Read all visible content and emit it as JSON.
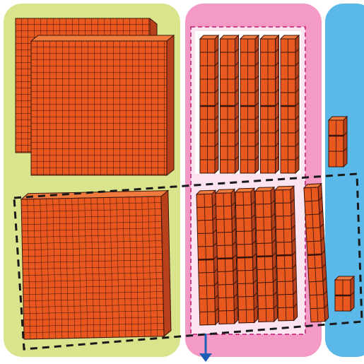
{
  "figure": {
    "title": "",
    "description": "",
    "colors": {
      "background": "#ffffff",
      "hundreds_panel": "#d9e48c",
      "tens_panel": "#f49ac7",
      "ones_panel": "#5ab9e9",
      "block_fill": "#e8581f",
      "block_top": "#ef7a3c",
      "block_side": "#b8401a",
      "grid_line": "#3a140a",
      "dashed_box": "#1a1a1a",
      "dashed_inner": "#f2f2f2",
      "arrow": "#1a5fb4"
    },
    "icons": {
      "hundreds": "hundred-flat-block",
      "tens": "ten-rod-block",
      "ones": "unit-cube-block",
      "arrow": "arrow-down-icon"
    }
  },
  "groups": {
    "hundreds_top_count": 2,
    "hundreds_bottom_count": 1,
    "tens_top_count": 5,
    "tens_bottom_count": 6,
    "ones_top_count": 3,
    "ones_bottom_count": 2
  }
}
